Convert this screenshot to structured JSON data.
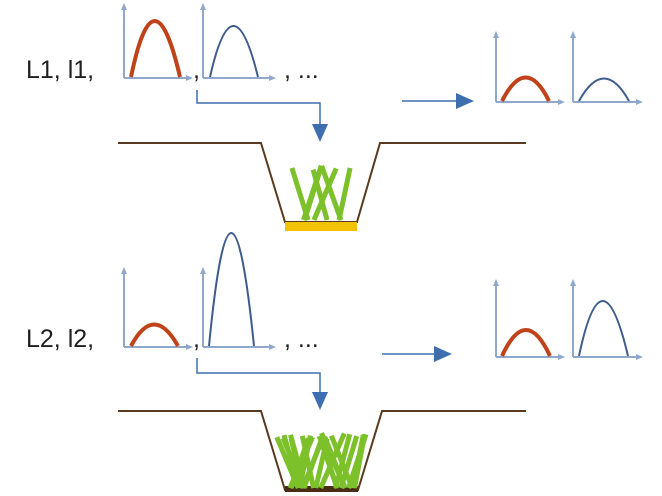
{
  "colors": {
    "axis": "#8fa8cc",
    "red_curve": "#c0421a",
    "blue_curve": "#3e5c8c",
    "arrow": "#3d6fb0",
    "ground": "#5a3a1e",
    "grass": "#7cc02a",
    "yellow_bar": "#f2c200",
    "soil": "#4a2c14"
  },
  "panels": [
    {
      "label": "L1, l1,",
      "comma_after_first": ",",
      "ellipsis": ", ...",
      "grass_blades": 7,
      "base": "yellow"
    },
    {
      "label": "L2, l2,",
      "comma_after_first": ",",
      "ellipsis": ", ...",
      "grass_blades": 24,
      "base": "soil"
    }
  ]
}
